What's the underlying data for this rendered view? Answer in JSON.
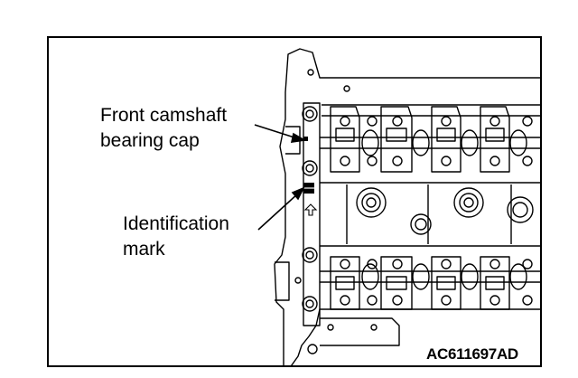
{
  "callouts": {
    "front_camshaft_bearing_cap": [
      "Front camshaft",
      "bearing cap"
    ],
    "identification_mark": [
      "Identification",
      "mark"
    ]
  },
  "figure_id": "AC611697AD"
}
